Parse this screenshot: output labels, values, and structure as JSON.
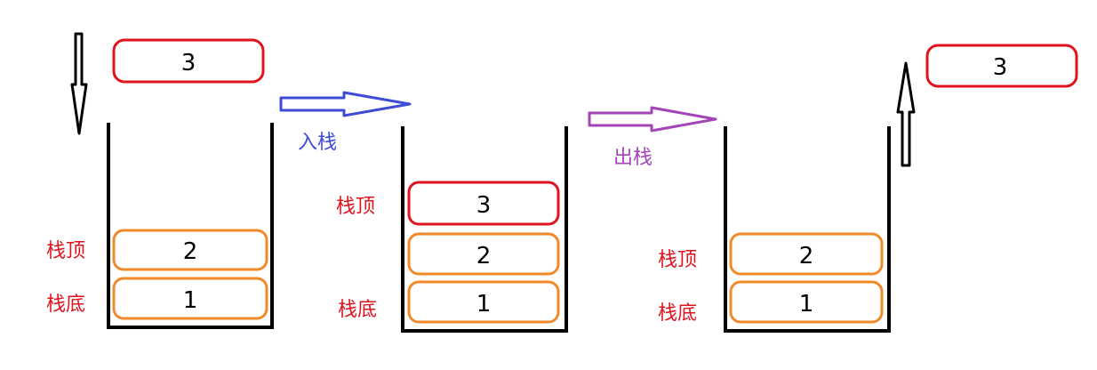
{
  "colors": {
    "red": "#e0141e",
    "orange": "#f08a2a",
    "blue": "#3d4bd6",
    "purple": "#a345b8",
    "black": "#000000"
  },
  "labels": {
    "top": "栈顶",
    "bottom": "栈底",
    "push": "入栈",
    "pop": "出栈"
  },
  "stack1": {
    "incoming": "3",
    "items": [
      "1",
      "2"
    ]
  },
  "stack2": {
    "items": [
      "1",
      "2",
      "3"
    ]
  },
  "stack3": {
    "outgoing": "3",
    "items": [
      "1",
      "2"
    ]
  }
}
